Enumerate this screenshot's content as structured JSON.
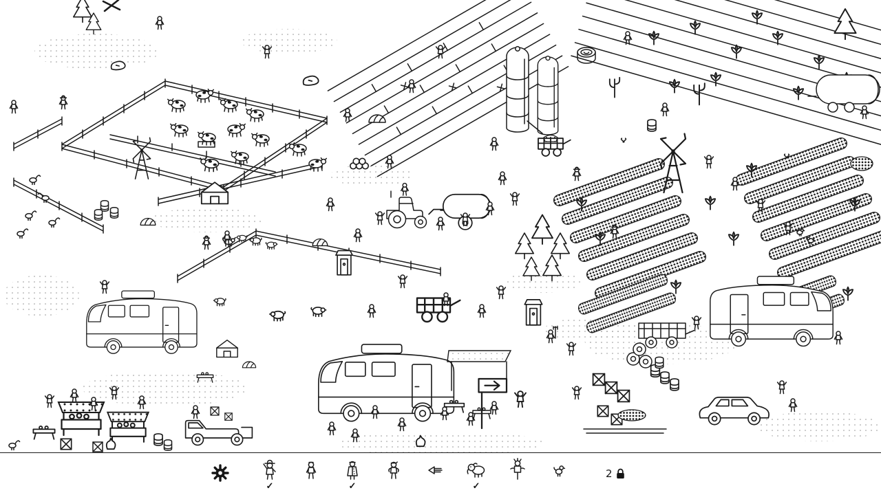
{
  "colors": {
    "ink": "#1b1b1b",
    "paper": "#ffffff"
  },
  "ui": {
    "check_glyph": "✓"
  },
  "toolbar": {
    "settings_icon": "gear-icon",
    "locked_count": "2",
    "lock_icon": "lock-icon",
    "targets": [
      {
        "name": "farmer-with-hat",
        "found": true
      },
      {
        "name": "standing-person",
        "found": false
      },
      {
        "name": "person-in-long-coat",
        "found": true
      },
      {
        "name": "person-with-cap",
        "found": false
      },
      {
        "name": "small-horn",
        "found": false
      },
      {
        "name": "elephant",
        "found": true
      },
      {
        "name": "scarecrow",
        "found": false
      },
      {
        "name": "chick",
        "found": false
      }
    ]
  },
  "scene": {
    "style": "black-and-white hand-drawn hidden-object farm scene",
    "elements": [
      "cattle-pen",
      "goose-yard",
      "small-windmill",
      "grain-silos",
      "trellis-crop-field",
      "leafy-crop-field",
      "vegetable-beds",
      "tall-windmill",
      "tree-stump",
      "cacti",
      "water-tank-trailer",
      "tractor-with-tank",
      "pig-yard",
      "outhouses",
      "pine-trees",
      "campervan-left",
      "campervan-awning",
      "campervan-right",
      "market-stalls",
      "pickup-truck",
      "car",
      "signpost",
      "crate-stacks",
      "barrels",
      "hay-piles",
      "farm-trailer",
      "visitors"
    ]
  }
}
